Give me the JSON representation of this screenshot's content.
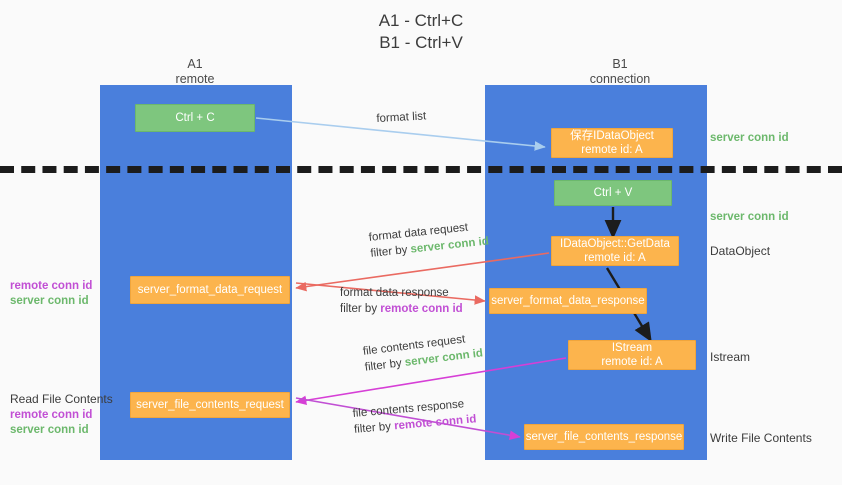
{
  "title": {
    "line1": "A1 - Ctrl+C",
    "line2": "B1 - Ctrl+V"
  },
  "columns": {
    "a1": {
      "name": "A1",
      "role": "remote"
    },
    "b1": {
      "name": "B1",
      "role": "connection"
    }
  },
  "boxes": {
    "ctrl_c": "Ctrl + C",
    "save_idataobject_line1": "保存IDataObject",
    "save_idataobject_line2": "remote id: A",
    "ctrl_v": "Ctrl + V",
    "getdata_line1": "IDataObject::GetData",
    "getdata_line2": "remote id: A",
    "istream_line1": "IStream",
    "istream_line2": "remote id: A",
    "server_format_data_request": "server_format_data_request",
    "server_format_data_response": "server_format_data_response",
    "server_file_contents_request": "server_file_contents_request",
    "server_file_contents_response": "server_file_contents_response"
  },
  "right_labels": {
    "server_conn_id_top": "server conn id",
    "server_conn_id_mid": "server conn id",
    "dataobject": "DataObject",
    "istream": "Istream",
    "write_file_contents": "Write File Contents"
  },
  "left_labels": {
    "format_remote": "remote conn id",
    "format_server": "server conn id",
    "read_file_contents": "Read File Contents",
    "file_remote": "remote conn id",
    "file_server": "server conn id"
  },
  "annotations": {
    "format_list": "format list",
    "format_data_request": "format data request",
    "format_data_request_filter_prefix": "filter by ",
    "format_data_request_filter_id": "server conn id",
    "format_data_response": "format data response",
    "format_data_response_filter_prefix": "filter by ",
    "format_data_response_filter_id": "remote conn id",
    "file_contents_request": "file contents request",
    "file_contents_request_filter_prefix": "filter by ",
    "file_contents_request_filter_id": "server conn id",
    "file_contents_response": "file contents response",
    "file_contents_response_filter_prefix": "filter by ",
    "file_contents_response_filter_id": "remote conn id"
  },
  "colors": {
    "lane_blue": "#4a7fdc",
    "box_green": "#7ec67e",
    "box_orange": "#fcb44d",
    "conn_green": "#6cb86c",
    "conn_purple": "#c14fd4",
    "arrow_lightblue": "#a9cdee",
    "arrow_red": "#ea6a61",
    "arrow_magenta": "#d63fd6",
    "arrow_black": "#1c1c1c",
    "background": "#fafafa"
  }
}
